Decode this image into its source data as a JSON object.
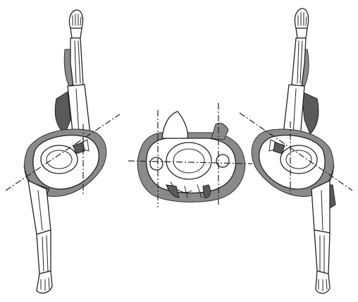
{
  "figure": {
    "panels": [
      {
        "id": "left-arm-view",
        "rotation_deg": 0
      },
      {
        "id": "central-cross-section",
        "rotation_deg": 0
      },
      {
        "id": "right-arm-view",
        "rotation_deg": 0
      }
    ],
    "colors": {
      "ink": "#222222",
      "shading": "#8a8a8a",
      "shading_dark": "#5a5a5a",
      "background": "#ffffff"
    }
  }
}
